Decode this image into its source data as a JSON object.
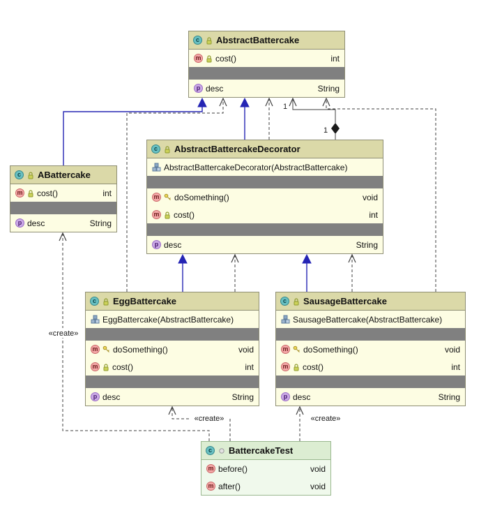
{
  "diagram": {
    "classes": [
      {
        "id": "AbstractBattercake",
        "title": "AbstractBattercake",
        "variant": "class",
        "header_icons": [
          "class",
          "lock"
        ],
        "sections": [
          {
            "rows": [
              {
                "icons": [
                  "method",
                  "lock"
                ],
                "label": "cost()",
                "type": "int"
              }
            ]
          },
          {
            "separator": true
          },
          {
            "rows": [
              {
                "icons": [
                  "property"
                ],
                "label": "desc",
                "type": "String"
              }
            ]
          }
        ]
      },
      {
        "id": "ABattercake",
        "title": "ABattercake",
        "variant": "class",
        "header_icons": [
          "class",
          "lock"
        ],
        "sections": [
          {
            "rows": [
              {
                "icons": [
                  "method",
                  "lock"
                ],
                "label": "cost()",
                "type": "int"
              }
            ]
          },
          {
            "separator": true
          },
          {
            "rows": [
              {
                "icons": [
                  "property"
                ],
                "label": "desc",
                "type": "String"
              }
            ]
          }
        ]
      },
      {
        "id": "AbstractBattercakeDecorator",
        "title": "AbstractBattercakeDecorator",
        "variant": "class",
        "header_icons": [
          "class",
          "lock"
        ],
        "sections": [
          {
            "rows": [
              {
                "icons": [
                  "constructor"
                ],
                "label": "AbstractBattercakeDecorator(AbstractBattercake)",
                "type": ""
              }
            ]
          },
          {
            "separator": true
          },
          {
            "rows": [
              {
                "icons": [
                  "method",
                  "key"
                ],
                "label": "doSomething()",
                "type": "void"
              },
              {
                "icons": [
                  "method",
                  "lock"
                ],
                "label": "cost()",
                "type": "int"
              }
            ]
          },
          {
            "separator": true
          },
          {
            "rows": [
              {
                "icons": [
                  "property"
                ],
                "label": "desc",
                "type": "String"
              }
            ]
          }
        ]
      },
      {
        "id": "EggBattercake",
        "title": "EggBattercake",
        "variant": "class",
        "header_icons": [
          "class",
          "lock"
        ],
        "sections": [
          {
            "rows": [
              {
                "icons": [
                  "constructor"
                ],
                "label": "EggBattercake(AbstractBattercake)",
                "type": ""
              }
            ]
          },
          {
            "separator": true
          },
          {
            "rows": [
              {
                "icons": [
                  "method",
                  "key"
                ],
                "label": "doSomething()",
                "type": "void"
              },
              {
                "icons": [
                  "method",
                  "lock"
                ],
                "label": "cost()",
                "type": "int"
              }
            ]
          },
          {
            "separator": true
          },
          {
            "rows": [
              {
                "icons": [
                  "property"
                ],
                "label": "desc",
                "type": "String"
              }
            ]
          }
        ]
      },
      {
        "id": "SausageBattercake",
        "title": "SausageBattercake",
        "variant": "class",
        "header_icons": [
          "class",
          "lock"
        ],
        "sections": [
          {
            "rows": [
              {
                "icons": [
                  "constructor"
                ],
                "label": "SausageBattercake(AbstractBattercake)",
                "type": ""
              }
            ]
          },
          {
            "separator": true
          },
          {
            "rows": [
              {
                "icons": [
                  "method",
                  "key"
                ],
                "label": "doSomething()",
                "type": "void"
              },
              {
                "icons": [
                  "method",
                  "lock"
                ],
                "label": "cost()",
                "type": "int"
              }
            ]
          },
          {
            "separator": true
          },
          {
            "rows": [
              {
                "icons": [
                  "property"
                ],
                "label": "desc",
                "type": "String"
              }
            ]
          }
        ]
      },
      {
        "id": "BattercakeTest",
        "title": "BattercakeTest",
        "variant": "test",
        "header_icons": [
          "class",
          "dot"
        ],
        "sections": [
          {
            "rows": [
              {
                "icons": [
                  "method"
                ],
                "label": "before()",
                "type": "void"
              },
              {
                "icons": [
                  "method"
                ],
                "label": "after()",
                "type": "void"
              }
            ]
          }
        ]
      }
    ],
    "edges": [
      {
        "from": "ABattercake",
        "to": "AbstractBattercake",
        "kind": "extends"
      },
      {
        "from": "AbstractBattercakeDecorator",
        "to": "AbstractBattercake",
        "kind": "extends"
      },
      {
        "from": "EggBattercake",
        "to": "AbstractBattercakeDecorator",
        "kind": "extends"
      },
      {
        "from": "SausageBattercake",
        "to": "AbstractBattercakeDecorator",
        "kind": "extends"
      },
      {
        "from": "EggBattercake",
        "to": "AbstractBattercake",
        "kind": "dependency"
      },
      {
        "from": "SausageBattercake",
        "to": "AbstractBattercake",
        "kind": "dependency"
      },
      {
        "from": "AbstractBattercakeDecorator",
        "to": "AbstractBattercake",
        "kind": "dependency"
      },
      {
        "from": "EggBattercake",
        "to": "AbstractBattercakeDecorator",
        "kind": "dependency"
      },
      {
        "from": "SausageBattercake",
        "to": "AbstractBattercakeDecorator",
        "kind": "dependency"
      },
      {
        "from": "AbstractBattercakeDecorator",
        "to": "AbstractBattercake",
        "kind": "aggregation",
        "multiplicity_from": "1",
        "multiplicity_to": "1"
      },
      {
        "from": "BattercakeTest",
        "to": "ABattercake",
        "kind": "create",
        "label": "«create»"
      },
      {
        "from": "BattercakeTest",
        "to": "EggBattercake",
        "kind": "create",
        "label": "«create»"
      },
      {
        "from": "BattercakeTest",
        "to": "SausageBattercake",
        "kind": "create",
        "label": "«create»"
      }
    ],
    "edge_labels": {
      "create": "«create»",
      "one": "1"
    },
    "colors": {
      "header-bg": "#dbd9a8",
      "body-bg": "#fdfde3",
      "separator": "#808080",
      "border": "#8e8e74",
      "test-header-bg": "#dcedd2",
      "test-body-bg": "#f0f9ec",
      "test-border": "#9ab88f",
      "inheritance": "#2525b4",
      "dependency": "#3f3f3f"
    }
  }
}
